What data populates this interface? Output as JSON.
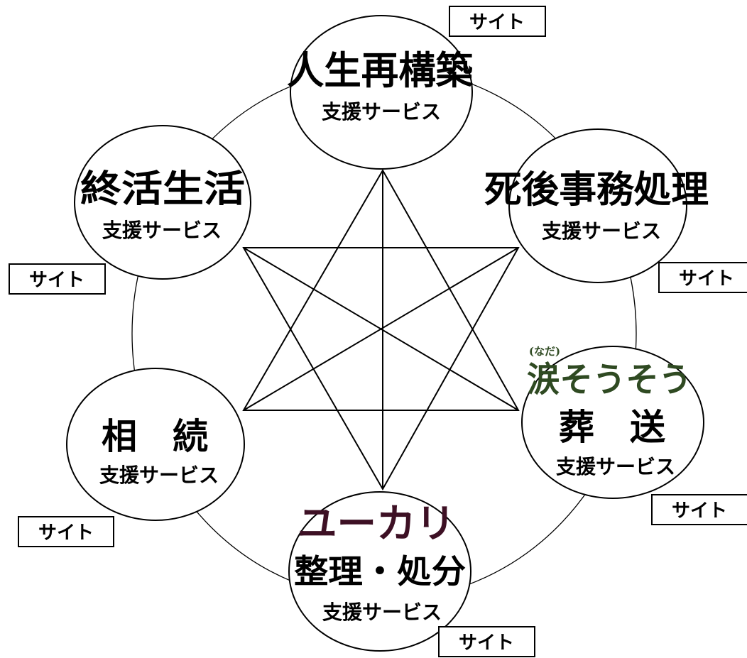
{
  "colors": {
    "line": "#000000",
    "brand_green": "#2f4a22",
    "brand_plum": "#3d1024"
  },
  "nodes": {
    "jinsei": {
      "title": "人生再構築",
      "subtitle": "支援サービス",
      "site": "サイト"
    },
    "shigo": {
      "title": "死後事務処理",
      "subtitle": "支援サービス",
      "site": "サイト"
    },
    "sousou": {
      "brand": "涙そうそう",
      "brand_ruby": "(なだ)",
      "title": "葬　送",
      "subtitle": "支援サービス",
      "site": "サイト"
    },
    "seiri": {
      "brand": "ユーカリ",
      "title": "整理・処分",
      "subtitle": "支援サービス",
      "site": "サイト"
    },
    "souzoku": {
      "title": "相　続",
      "subtitle": "支援サービス",
      "site": "サイト"
    },
    "shukatsu": {
      "title": "終活生活",
      "subtitle": "支援サービス",
      "site": "サイト"
    }
  }
}
